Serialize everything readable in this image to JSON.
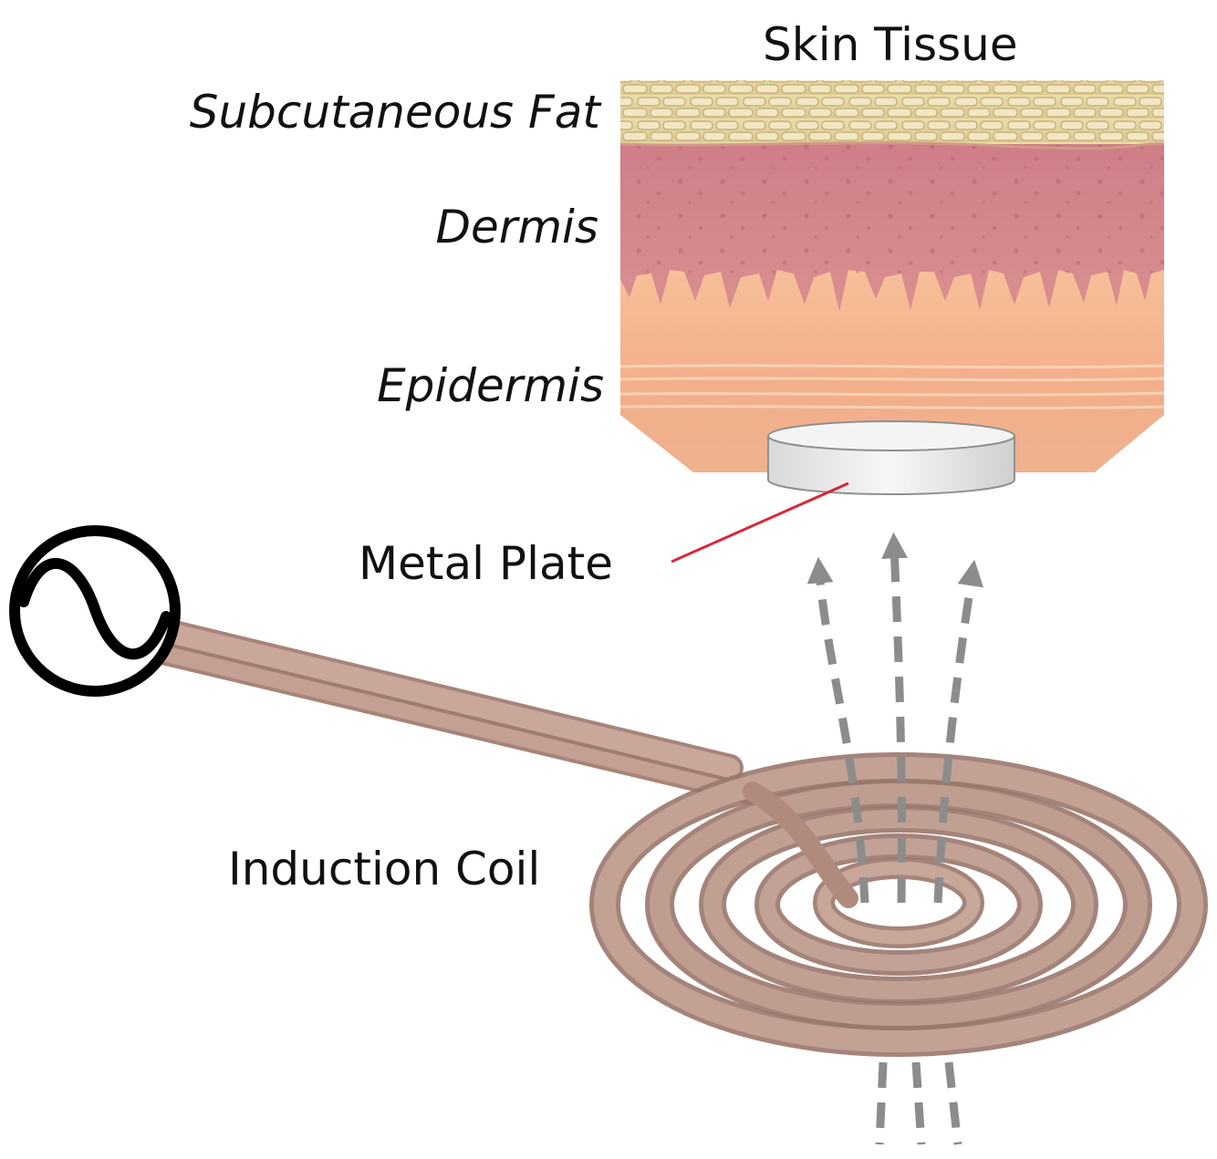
{
  "labels": {
    "skin_tissue": "Skin Tissue",
    "subcutaneous_fat": "Subcutaneous Fat",
    "dermis": "Dermis",
    "epidermis": "Epidermis",
    "metal_plate": "Metal Plate",
    "induction_coil": "Induction Coil"
  },
  "icons": {
    "ac_source": "ac-source-icon"
  },
  "colors": {
    "fat": "#e6d7a8",
    "dermis": "#d4868e",
    "epidermis": "#f3b48e",
    "plate": "#eeeeee",
    "coil": "#b79286",
    "field_arrows": "#8c8c8c",
    "leader_line": "#d6283c"
  }
}
